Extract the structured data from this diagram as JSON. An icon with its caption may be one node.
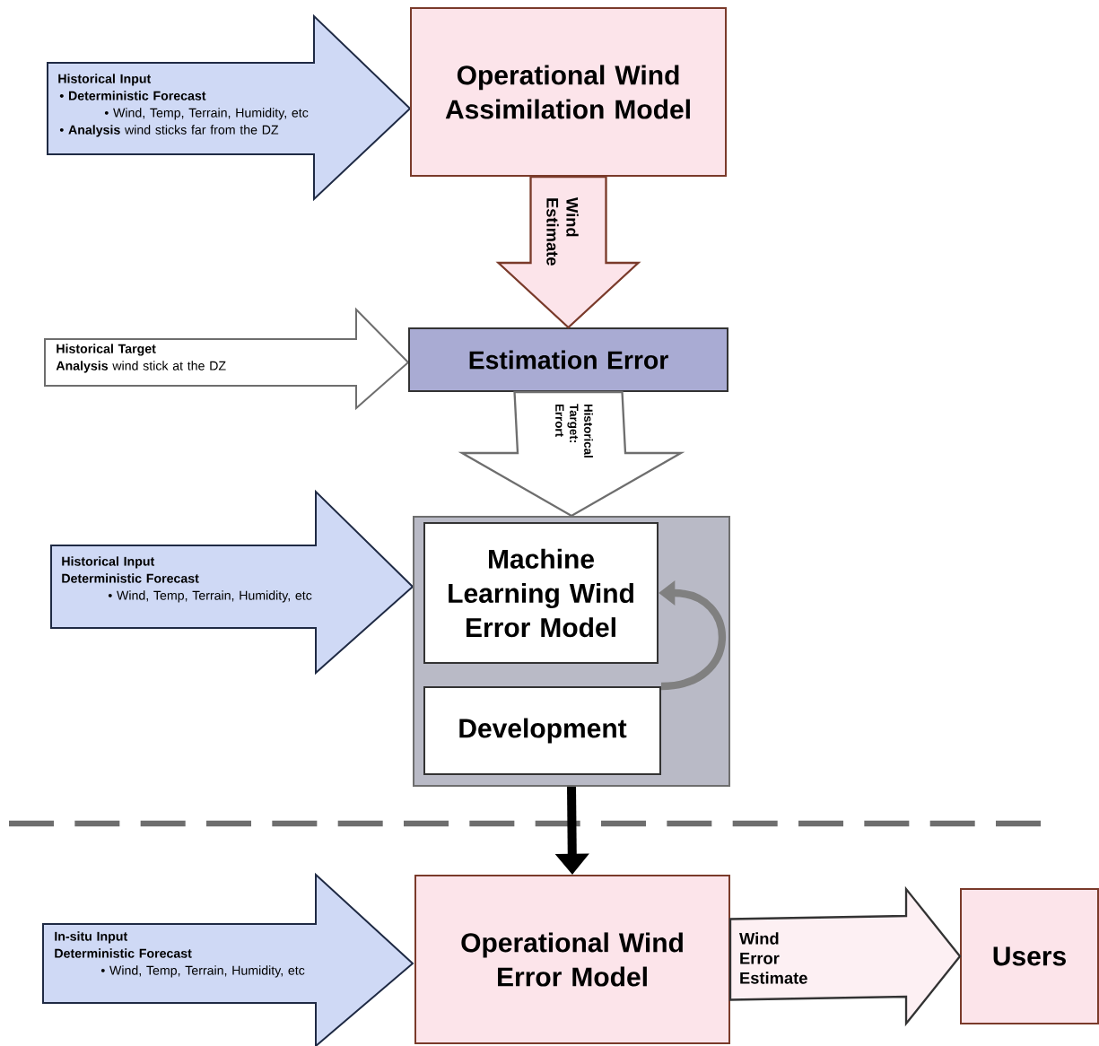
{
  "diagram": {
    "nodes": [
      {
        "text": [
          "Historical Input",
          "• Deterministic Forecast",
          "• Wind, Temp, Terrain, Humidity, etc",
          "• **Analysis** wind sticks far from the DZ"
        ]
      },
      {
        "text": [
          "Operational Wind Assimilation Model"
        ]
      },
      {
        "text": [
          "Historical Target",
          "**Analysis** wind stick at the DZ"
        ]
      },
      {
        "text": [
          "Estimation Error"
        ]
      },
      {
        "text": [
          "Historical Input",
          "Deterministic Forecast",
          "• Wind, Temp, Terrain, Humidity, etc"
        ]
      },
      {
        "text": [],
        "shape": "box"
      },
      {
        "text": [
          "Machine Learning Wind Error Model"
        ],
        "in": 5
      },
      {
        "text": [
          "Development"
        ],
        "in": 5
      },
      {
        "text": [
          "In-situ Input",
          "Deterministic Forecast",
          "• Wind, Temp, Terrain, Humidity, etc"
        ]
      },
      {
        "text": [
          "Operational Wind Error Model"
        ]
      },
      {
        "text": [
          "Users"
        ]
      }
    ],
    "edges": [
      {
        "from": 1,
        "to": 3,
        "arrow": "to",
        "label": "Wind Estimate"
      },
      {
        "from": 3,
        "to": 5,
        "arrow": "to",
        "label": "Historical Target: Errort"
      },
      {
        "from": 7,
        "to": 6,
        "arrow": "to",
        "color": "#808080"
      },
      {
        "from": 5,
        "to": 9,
        "arrow": "to",
        "color": "#000000"
      },
      {
        "from": 9,
        "to": 10,
        "arrow": "to",
        "label": "Wind Error Estimate"
      }
    ]
  }
}
